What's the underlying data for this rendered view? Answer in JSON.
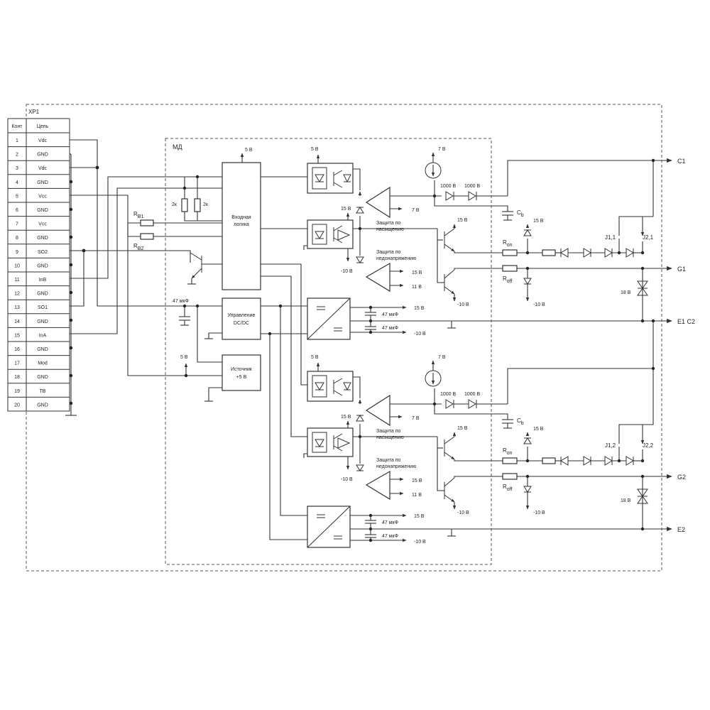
{
  "connector": {
    "ref": "XP1",
    "col_pin": "Конт",
    "col_signal": "Цепь",
    "pins": [
      {
        "n": "1",
        "s": "Vdc"
      },
      {
        "n": "2",
        "s": "GND"
      },
      {
        "n": "3",
        "s": "Vdc"
      },
      {
        "n": "4",
        "s": "GND"
      },
      {
        "n": "5",
        "s": "Vcc"
      },
      {
        "n": "6",
        "s": "GND"
      },
      {
        "n": "7",
        "s": "Vcc"
      },
      {
        "n": "8",
        "s": "GND"
      },
      {
        "n": "9",
        "s": "SO2"
      },
      {
        "n": "10",
        "s": "GND"
      },
      {
        "n": "11",
        "s": "InB"
      },
      {
        "n": "12",
        "s": "GND"
      },
      {
        "n": "13",
        "s": "SO1"
      },
      {
        "n": "14",
        "s": "GND"
      },
      {
        "n": "15",
        "s": "InA"
      },
      {
        "n": "16",
        "s": "GND"
      },
      {
        "n": "17",
        "s": "Mod"
      },
      {
        "n": "18",
        "s": "GND"
      },
      {
        "n": "19",
        "s": "TB"
      },
      {
        "n": "20",
        "s": "GND"
      }
    ]
  },
  "module": {
    "label": "МД",
    "logic_block": [
      "Входная",
      "логика"
    ],
    "dcdc_block": [
      "Управление",
      "DC/DC"
    ],
    "source_block": [
      "Источник",
      "+5 В"
    ],
    "logic_supply": "5 В",
    "resistor_2k": "2к",
    "rb1": {
      "main": "R",
      "sub": "В1"
    },
    "rb2": {
      "main": "R",
      "sub": "В2"
    },
    "cap_47": "47 мкФ",
    "source_in": "5 В"
  },
  "channel": {
    "v5": "5 В",
    "v7": "7 В",
    "v15": "15 В",
    "vminus10": "-10 В",
    "v11": "11 В",
    "d1000": "1000 В",
    "cap_main": "C",
    "cap_sub": "b",
    "r_on_main": "R",
    "r_on_sub": "on",
    "r_off_main": "R",
    "r_off_sub": "off",
    "tvs": "18 В",
    "sat_prot": [
      "Защита по",
      "насыщению"
    ],
    "uv_prot": [
      "Защита по",
      "недонапряжению"
    ],
    "cap_47": "47 мкФ"
  },
  "outputs": {
    "c1": "C1",
    "g1": "G1",
    "e1c2": "E1 C2",
    "g2": "G2",
    "e2": "E2",
    "j11": "J1,1",
    "j21": "J2,1",
    "j12": "J1,2",
    "j22": "J2,2"
  }
}
